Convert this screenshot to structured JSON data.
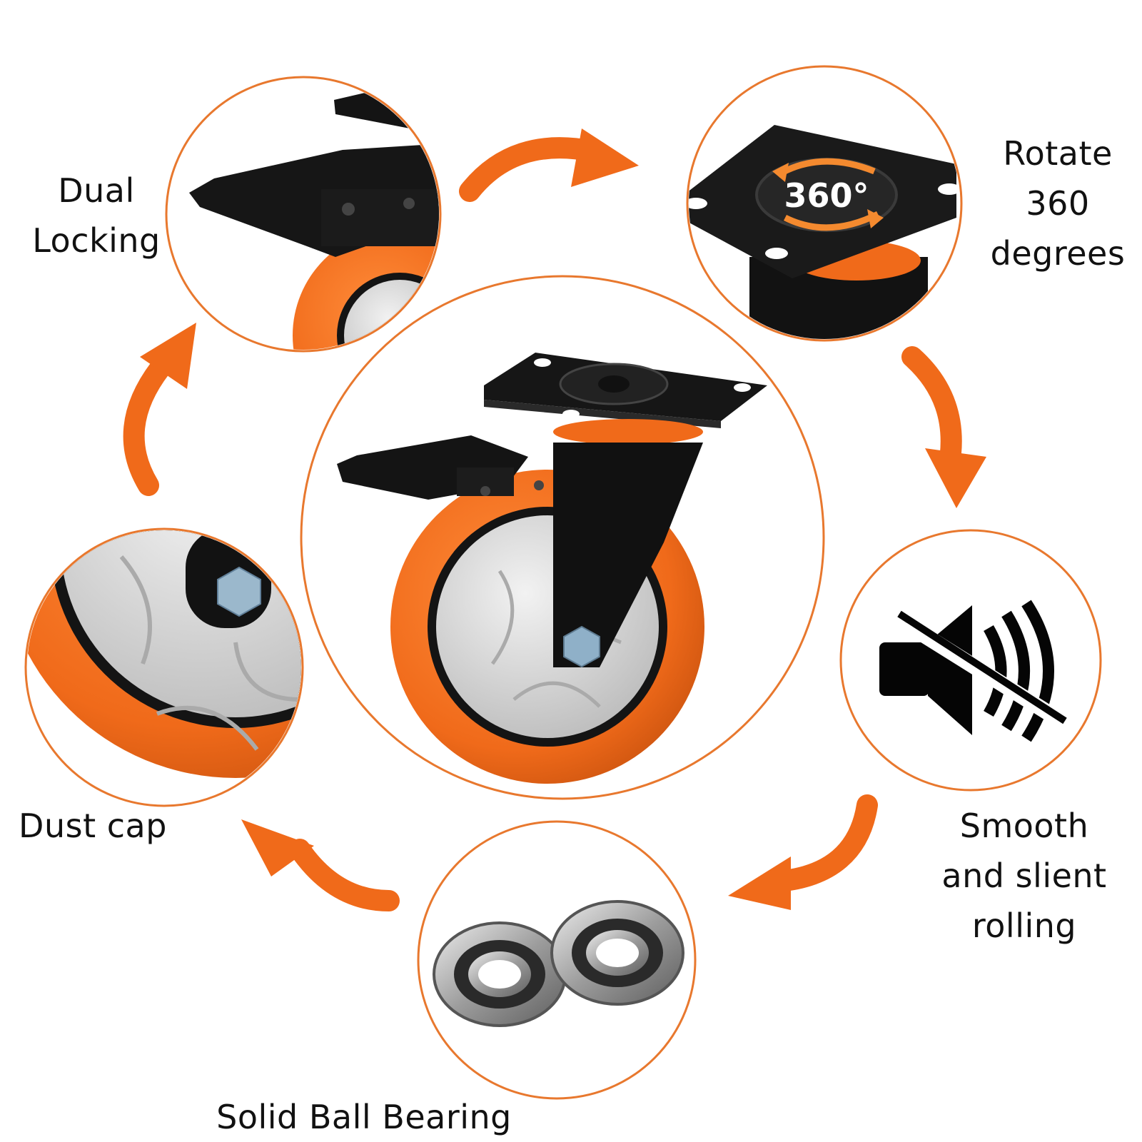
{
  "colors": {
    "accent_orange": "#F06A1A",
    "ring_orange": "#E8782E",
    "metal_black": "#141414",
    "hub_silver": "#D9D9D9",
    "text": "#111111"
  },
  "features": {
    "dual_locking": "Dual\nLocking",
    "rotate": "Rotate\n360\ndegrees",
    "rotate_badge": "360°",
    "smooth": "Smooth\nand slient\nrolling",
    "dust_cap": "Dust cap",
    "ball_bearing": "Solid Ball Bearing"
  },
  "icons": {
    "rotation": "rotation-arrows-icon",
    "mute": "speaker-muted-icon"
  }
}
